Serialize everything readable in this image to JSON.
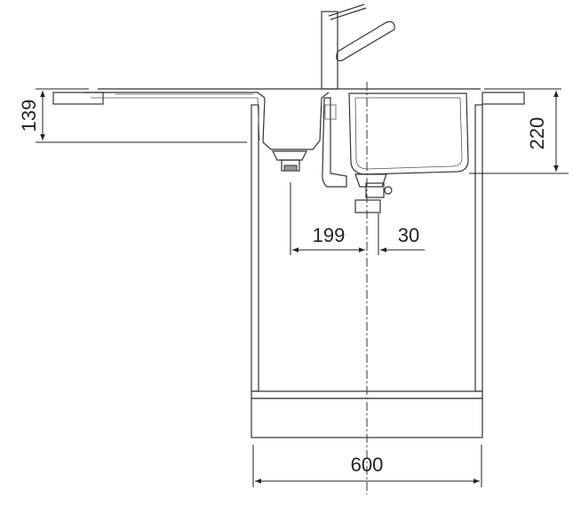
{
  "dimensions": {
    "height_countertop_to_small_bowl": "139",
    "height_countertop_to_main_bowl": "220",
    "offset_left": "199",
    "offset_right": "30",
    "cabinet_width": "600"
  }
}
